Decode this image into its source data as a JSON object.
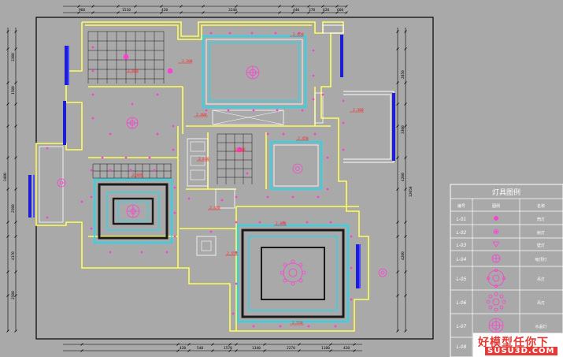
{
  "colors": {
    "background": "#a9a9a9",
    "wall": "#ffff55",
    "ceiling_line": "#00e5ff",
    "frame": "#ffffff",
    "light": "#ff3fd4",
    "level_text": "#ff2020",
    "dimension": "#000000",
    "window": "#1d1dd6",
    "tile": "#1a1a1a"
  },
  "plan": {
    "top_dimensions": [
      "960",
      "1510",
      "420",
      "3240",
      "440",
      "370",
      "620",
      "660"
    ],
    "bottom_dimensions": [
      "420",
      "540",
      "1570",
      "1340",
      "2270",
      "1180",
      "420"
    ],
    "left_dimensions": [
      "3300",
      "1500",
      "3400",
      "2500",
      "4170",
      "2500"
    ],
    "right_dimensions": [
      "2850",
      "3300",
      "4200",
      "12050",
      "4200"
    ],
    "level_marks": [
      "2.500",
      "2.600",
      "2.650",
      "2.400",
      "2.300",
      "2.500",
      "2.450",
      "2.600",
      "2.600",
      "2.800",
      "2.550",
      "2.400",
      "2.550"
    ]
  },
  "legend": {
    "title": "灯具图例",
    "headers": [
      "编号",
      "图例",
      "名称"
    ],
    "rows": [
      {
        "code": "L-01",
        "icon": "downlight-icon",
        "name": "筒灯"
      },
      {
        "code": "L-02",
        "icon": "spotlight-icon",
        "name": "射灯"
      },
      {
        "code": "L-03",
        "icon": "wall-lamp-icon",
        "name": "壁灯"
      },
      {
        "code": "L-04",
        "icon": "ceiling-lamp-icon",
        "name": "吸顶灯"
      },
      {
        "code": "L-05",
        "icon": "chandelier-icon",
        "name": "吊灯"
      },
      {
        "code": "L-06",
        "icon": "pendant-icon",
        "name": "吊灯"
      },
      {
        "code": "L-07",
        "icon": "crystal-lamp-icon",
        "name": "水晶灯"
      },
      {
        "code": "L-08",
        "icon": "strip-light-icon",
        "name": ""
      }
    ]
  },
  "watermark": {
    "brand_cn": "好模型任你下",
    "brand_en": "SUSU3D.COM"
  }
}
